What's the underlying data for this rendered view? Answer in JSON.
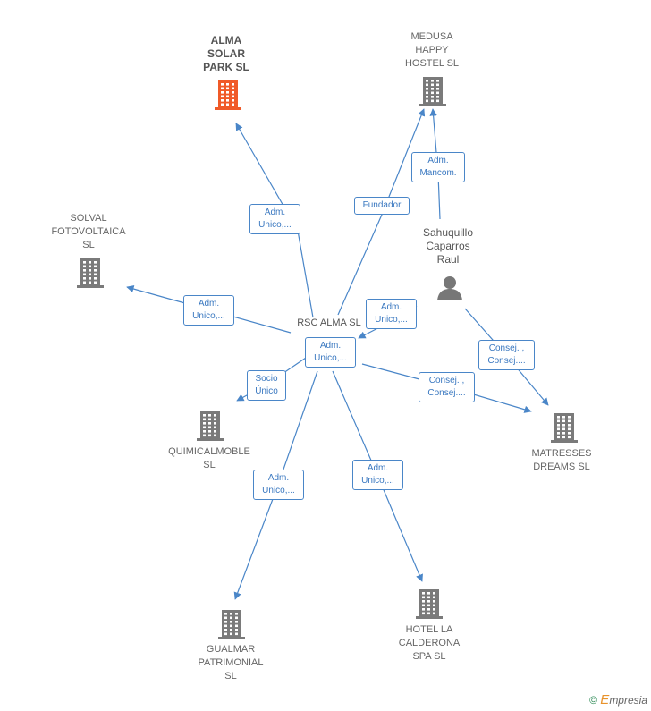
{
  "colors": {
    "line": "#4a86c8",
    "building": "#7a7a7a",
    "highlight": "#f05a28",
    "person": "#777777"
  },
  "nodes": {
    "alma_solar": {
      "label": "ALMA\nSOLAR\nPARK  SL",
      "icon": "building-icon"
    },
    "medusa": {
      "label": "MEDUSA\nHAPPY\nHOSTEL  SL",
      "icon": "building-icon"
    },
    "solval": {
      "label": "SOLVAL\nFOTOVOLTAICA\nSL",
      "icon": "building-icon"
    },
    "sahuquillo": {
      "label": "Sahuquillo\nCaparros\nRaul",
      "icon": "person-icon"
    },
    "rsc_alma": {
      "label": "RSC ALMA  SL",
      "icon": "building-icon"
    },
    "quimicalmoble": {
      "label": "QUIMICALMOBLE\nSL",
      "icon": "building-icon"
    },
    "matresses": {
      "label": "MATRESSES\nDREAMS  SL",
      "icon": "building-icon"
    },
    "gualmar": {
      "label": "GUALMAR\nPATRIMONIAL\nSL",
      "icon": "building-icon"
    },
    "hotel": {
      "label": "HOTEL LA\nCALDERONA\nSPA  SL",
      "icon": "building-icon"
    }
  },
  "relations": {
    "alma_solar": "Adm.\nUnico,...",
    "medusa_fund": "Fundador",
    "medusa_mancom": "Adm.\nMancom.",
    "solval": "Adm.\nUnico,...",
    "sahuquillo_rsc": "Adm.\nUnico,...",
    "rsc_self": "Adm.\nUnico,...",
    "quimicalmoble": "Socio\nÚnico",
    "matresses_rsc": "Consej. ,\nConsej....",
    "matresses_sahu": "Consej. ,\nConsej....",
    "gualmar": "Adm.\nUnico,...",
    "hotel": "Adm.\nUnico,..."
  },
  "footer": {
    "copyright": "©",
    "brand_first": "E",
    "brand_rest": "mpresia"
  }
}
